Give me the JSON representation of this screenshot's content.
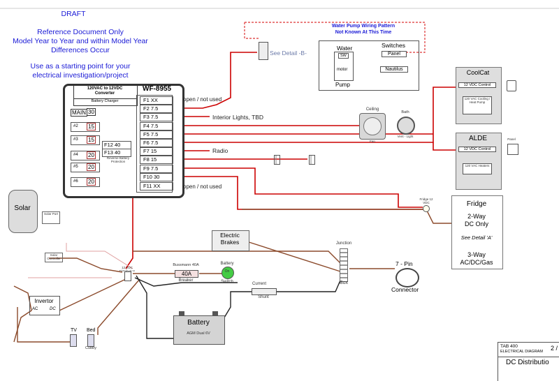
{
  "notes": {
    "draft": "DRAFT",
    "line1": "Reference Document Only",
    "line2": "Model Year to Year and within Model Year",
    "line3": "Differences Occur",
    "line4": "Use as a starting point for your",
    "line5": "electrical investigation/project",
    "water_pump": "Water Pump Wiring Pattern",
    "not_known": "Not Known At This Time"
  },
  "converter": {
    "model": "WF-8955",
    "title": "120VAC to 12VDC",
    "subtitle": "Converter",
    "charger": "Battery Charger",
    "main_label": "MAIN",
    "main_value": "30",
    "breakers": [
      {
        "label": "#2",
        "value": "15"
      },
      {
        "label": "#3",
        "value": "15"
      },
      {
        "label": "#4",
        "value": "20"
      },
      {
        "label": "#5",
        "value": "20"
      },
      {
        "label": "#6",
        "value": "20"
      }
    ],
    "f12": "F12  40",
    "f13": "F13  40",
    "reverse": "Reverse Battery Protection",
    "fuses": [
      {
        "label": "F1  XX"
      },
      {
        "label": "F2  7.5"
      },
      {
        "label": "F3  7.5"
      },
      {
        "label": "F4  7.5"
      },
      {
        "label": "F5  7.5"
      },
      {
        "label": "F6  7.5"
      },
      {
        "label": "F7  15"
      },
      {
        "label": "F8  15"
      },
      {
        "label": "F9  7.5"
      },
      {
        "label": "F10  30"
      },
      {
        "label": "F11  XX"
      }
    ]
  },
  "labels": {
    "open_top": "open / not used",
    "interior": "Interior Lights, TBD",
    "radio": "Radio",
    "open_bottom": "open / not used",
    "see_detail_b": "See Detail -B-",
    "water": "Water",
    "sw": "SW",
    "motor": "motor",
    "pump": "Pump",
    "switches": "Switches",
    "panel": "Panel",
    "nautilus": "Nautilus",
    "coolcat": "CoolCat",
    "coolcat_ctrl": "12 VDC Control",
    "coolcat_ac": "120 VAC Cooling / Heat Pump",
    "alde": "ALDE",
    "alde_ctrl": "12 VDC Control",
    "alde_ac": "120 VAC Heaters",
    "alde_panel": "Panel",
    "ceiling": "Ceiling",
    "fan": "Fan",
    "bath": "Bath",
    "vent_light": "Vent - Light",
    "fridge": "Fridge",
    "fridge_2way": "2-Way",
    "fridge_dc": "DC Only",
    "fridge_detail": "See Detail 'A'",
    "fridge_3way": "3-Way",
    "fridge_acdc": "AC/DC/Gas",
    "fridge_12": "Fridge 12 VDC",
    "solar": "Solar",
    "solar_port": "Solar Port",
    "solar_controller": "Solar Controller",
    "electric_brakes": "Electric Brakes",
    "junction": "Junction",
    "box": "Box",
    "seven_pin": "7 - Pin",
    "connector": "Connector",
    "breaker_title": "Bussmann 40A",
    "breaker_value": "40A",
    "breaker": "Breaker",
    "battery_sw": "Battery",
    "on": "On",
    "switch": "Switch",
    "current": "Current",
    "shunt": "Shunt",
    "battery": "Battery",
    "battery_sub": "AGM Dual 6V",
    "distribution": "12 VDC Distribution Block",
    "invertor": "Invertor",
    "ac": "AC",
    "dc": "DC",
    "tv": "TV",
    "bed": "Bed",
    "cubby": "Cubby"
  },
  "title_block": {
    "model": "TAB 400",
    "diagram": "ELECTRICAL DIAGRAM",
    "page": "2 /",
    "name": "DC Distributio"
  }
}
